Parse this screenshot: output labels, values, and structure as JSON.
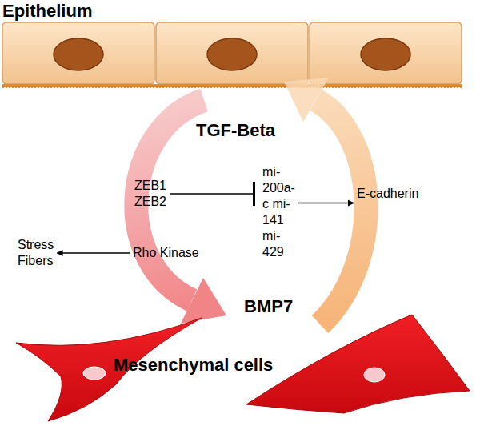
{
  "diagram": {
    "nodes": [
      {
        "text": [
          "ZEB1 ZEB2"
        ]
      },
      {
        "text": [
          "mi-200a-c mi-141 mi-429"
        ]
      },
      {
        "text": [
          "E-cadherin"
        ]
      },
      {
        "text": [
          "Rho Kinase"
        ]
      },
      {
        "text": [
          "Stress Fibers"
        ]
      }
    ],
    "edges": [
      {
        "from": 0,
        "to": 1,
        "arrow": "to"
      },
      {
        "from": 1,
        "to": 2,
        "arrow": "to"
      },
      {
        "from": 3,
        "to": 4,
        "arrow": "to"
      }
    ],
    "labels": [
      "Epithelium",
      "TGF-Beta",
      "BMP7",
      "Mesenchymal cells"
    ]
  }
}
